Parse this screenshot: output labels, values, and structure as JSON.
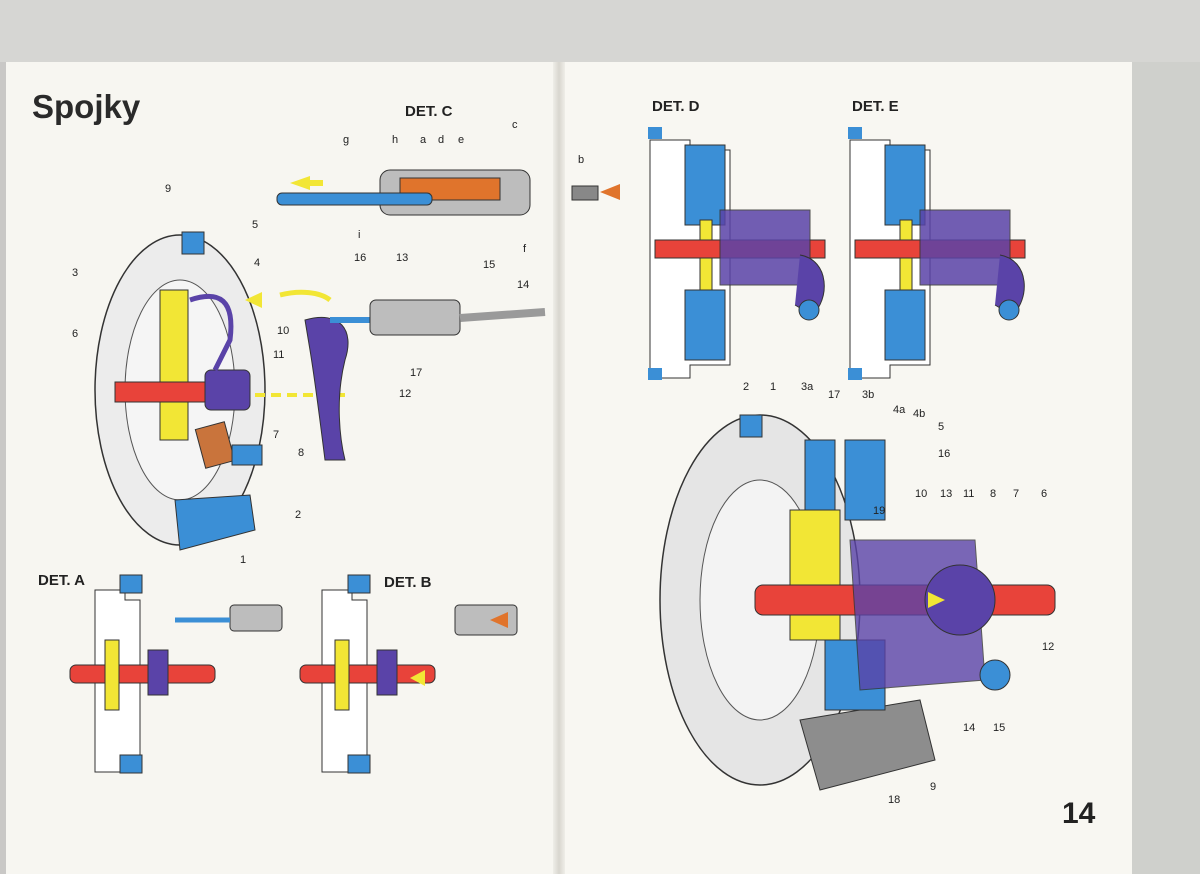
{
  "left_page": {
    "title": "Spojky",
    "det_a": "DET. A",
    "det_b": "DET. B",
    "det_c": "DET. C"
  },
  "right_page": {
    "det_d": "DET. D",
    "det_e": "DET. E",
    "page_number": "14"
  },
  "main_diagram_labels": [
    "9",
    "5",
    "4",
    "3",
    "10",
    "6",
    "11",
    "7",
    "8",
    "2",
    "1",
    "12",
    "13",
    "15",
    "16",
    "17",
    "14"
  ],
  "det_c_labels": [
    "g",
    "h",
    "a",
    "d",
    "e",
    "c",
    "i",
    "f",
    "b"
  ],
  "cutaway_labels": [
    "2",
    "1",
    "3a",
    "17",
    "3b",
    "4a",
    "4b",
    "5",
    "16",
    "19",
    "10",
    "13",
    "11",
    "8",
    "7",
    "6",
    "12",
    "14",
    "15",
    "9",
    "18"
  ],
  "colors": {
    "blue": "#3b8fd6",
    "yellow": "#f2e635",
    "red": "#e8433a",
    "purple": "#5a43a8",
    "orange": "#e0742c",
    "gray": "#9a9a9a",
    "outline": "#333333"
  }
}
